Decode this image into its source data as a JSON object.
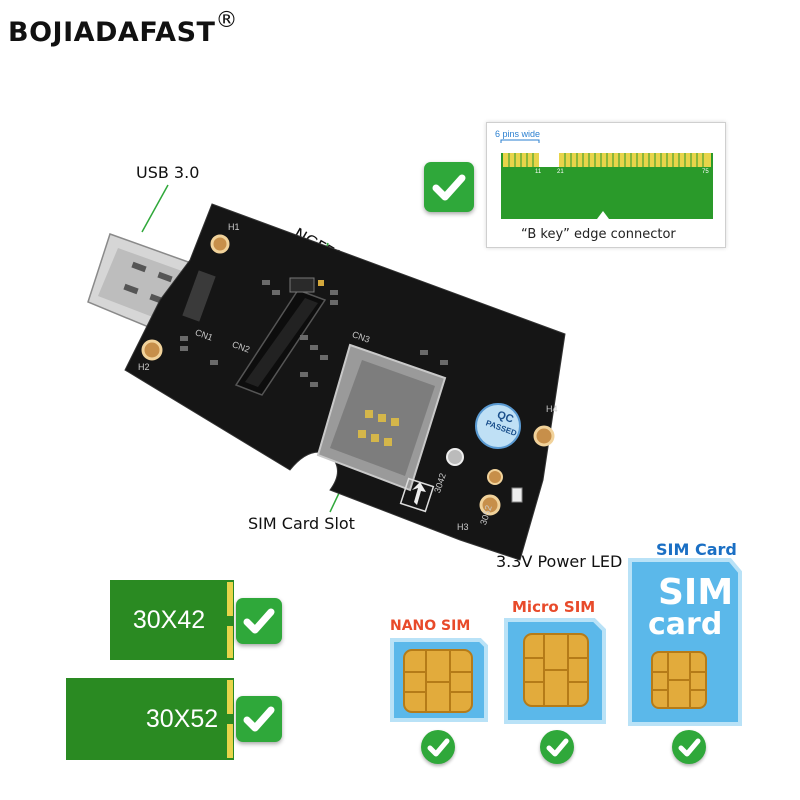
{
  "brand": {
    "name": "BOJIADAFAST",
    "mark": "®"
  },
  "callouts": {
    "usb": "USB 3.0",
    "ngff": "NGFF(M.2) Key B",
    "sim_slot": "SIM Card Slot",
    "led": "3.3V Power LED"
  },
  "board": {
    "silkscreen": [
      "H1",
      "H2",
      "H3",
      "H4",
      "CN1",
      "CN2",
      "CN3",
      "3042",
      "3052"
    ],
    "qc": [
      "QC",
      "PASSED"
    ]
  },
  "edge_connector": {
    "pins_label": "6 pins wide",
    "pin_numbers": [
      "11",
      "21",
      "75"
    ],
    "caption": "“B key” edge connector"
  },
  "ssd_sizes": [
    "30X42",
    "30X52"
  ],
  "sim_types": [
    {
      "label": "NANO SIM",
      "color": "#e84a2a"
    },
    {
      "label": "Micro SIM",
      "color": "#e84a2a"
    },
    {
      "label": "SIM Card",
      "color": "#1a6fc4",
      "big_text": [
        "SIM",
        "card"
      ]
    }
  ],
  "colors": {
    "accent_green": "#2fa83a",
    "pcb": "#151515",
    "ssd_green": "#2a8a22",
    "sim_blue": "#5bb8ea"
  }
}
